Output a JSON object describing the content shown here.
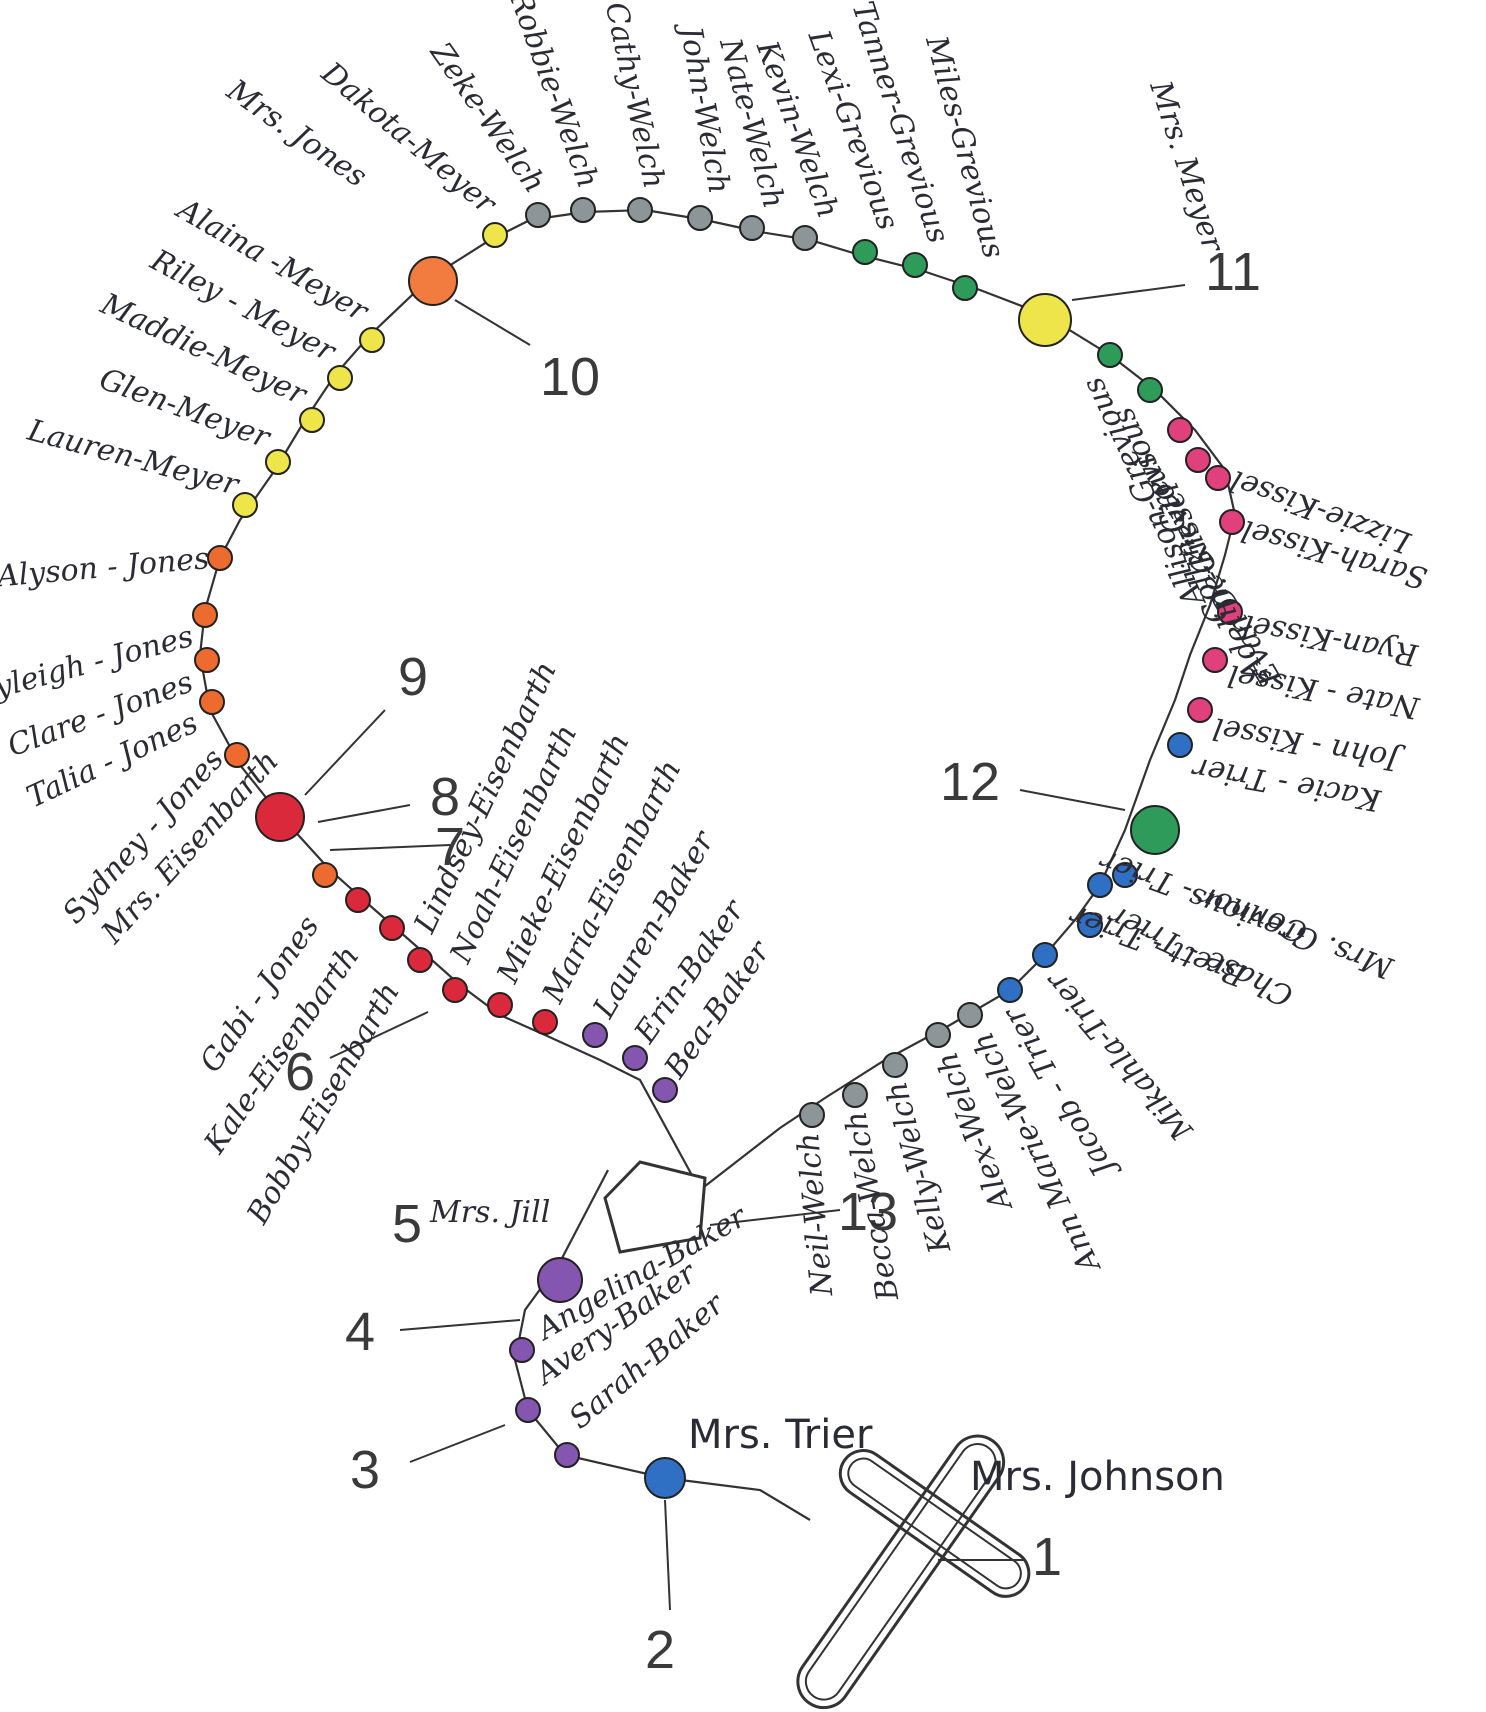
{
  "title": "",
  "colors": {
    "gray": "#8c9598",
    "green": "#2e9b5b",
    "pink": "#e0407c",
    "blue": "#2f6fc4",
    "red": "#d9293a",
    "purple": "#8456b0",
    "orange": "#ee6b2f",
    "yellow": "#ede54a",
    "lightorange": "#f27c3f"
  },
  "numbers": [
    "1",
    "2",
    "3",
    "4",
    "5",
    "6",
    "7",
    "8",
    "9",
    "10",
    "11",
    "12",
    "13"
  ],
  "names": {
    "cross": "Mrs. Johnson",
    "bead2": "Mrs. Trier",
    "bead5": "Mrs. Jill",
    "bead8": "Mrs. Eisenbarth",
    "bead10": "Mrs. Jones",
    "bead11": "Mrs. Meyer",
    "bead12": "Mrs. Grevious"
  },
  "beads": [
    {
      "name": "Sarah-Baker",
      "color": "purple"
    },
    {
      "name": "Avery-Baker",
      "color": "purple"
    },
    {
      "name": "Angelina-Baker",
      "color": "purple"
    },
    {
      "name": "Bea-Baker",
      "color": "purple"
    },
    {
      "name": "Erin-Baker",
      "color": "purple"
    },
    {
      "name": "Lauren-Baker",
      "color": "purple"
    },
    {
      "name": "Maria-Eisenbarth",
      "color": "red"
    },
    {
      "name": "Mieke-Eisenbarth",
      "color": "red"
    },
    {
      "name": "Noah-Eisenbarth",
      "color": "red"
    },
    {
      "name": "Lindsey-Eisenbarth",
      "color": "red"
    },
    {
      "name": "Bobby-Eisenbarth",
      "color": "red"
    },
    {
      "name": "Kale-Eisenbarth",
      "color": "red"
    },
    {
      "name": "Gabi - Jones",
      "color": "orange"
    },
    {
      "name": "Sydney - Jones",
      "color": "orange"
    },
    {
      "name": "Talia - Jones",
      "color": "orange"
    },
    {
      "name": "Clare - Jones",
      "color": "orange"
    },
    {
      "name": "Ryleigh - Jones",
      "color": "orange"
    },
    {
      "name": "Alyson - Jones",
      "color": "orange"
    },
    {
      "name": "Lauren-Meyer",
      "color": "yellow"
    },
    {
      "name": "Glen-Meyer",
      "color": "yellow"
    },
    {
      "name": "Maddie-Meyer",
      "color": "yellow"
    },
    {
      "name": "Riley - Meyer",
      "color": "yellow"
    },
    {
      "name": "Alaina -Meyer",
      "color": "yellow"
    },
    {
      "name": "Dakota-Meyer",
      "color": "yellow"
    },
    {
      "name": "Zeke-Welch",
      "color": "gray"
    },
    {
      "name": "Robbie-Welch",
      "color": "gray"
    },
    {
      "name": "Cathy-Welch",
      "color": "gray"
    },
    {
      "name": "John-Welch",
      "color": "gray"
    },
    {
      "name": "Nate-Welch",
      "color": "gray"
    },
    {
      "name": "Kevin-Welch",
      "color": "gray"
    },
    {
      "name": "Lexi-Grevious",
      "color": "green"
    },
    {
      "name": "Tanner-Grevious",
      "color": "green"
    },
    {
      "name": "Miles-Grevious",
      "color": "green"
    },
    {
      "name": "Allison-Grevious",
      "color": "green"
    },
    {
      "name": "Collin-Grevious",
      "color": "green"
    },
    {
      "name": "Lizzie-Kissel",
      "color": "pink"
    },
    {
      "name": "Evan D.-Grevious",
      "color": "pink"
    },
    {
      "name": "Sarah-Kissel",
      "color": "pink"
    },
    {
      "name": "Adeline-Kissel",
      "color": "pink"
    },
    {
      "name": "Ryan-Kissel",
      "color": "pink"
    },
    {
      "name": "Nate - Kissel",
      "color": "pink"
    },
    {
      "name": "John - Kissel",
      "color": "pink"
    },
    {
      "name": "Kacie - Trier",
      "color": "blue"
    },
    {
      "name": "Chase - Trier",
      "color": "blue"
    },
    {
      "name": "Connor - Trier",
      "color": "blue"
    },
    {
      "name": "Brett - Trier",
      "color": "blue"
    },
    {
      "name": "Mikahla-Trier",
      "color": "blue"
    },
    {
      "name": "Jacob - Trier",
      "color": "blue"
    },
    {
      "name": "Ann Marie-Welch",
      "color": "gray"
    },
    {
      "name": "Alex-Welch",
      "color": "gray"
    },
    {
      "name": "Kelly-Welch",
      "color": "gray"
    },
    {
      "name": "Becca-Welch",
      "color": "gray"
    },
    {
      "name": "Neil-Welch",
      "color": "gray"
    }
  ]
}
